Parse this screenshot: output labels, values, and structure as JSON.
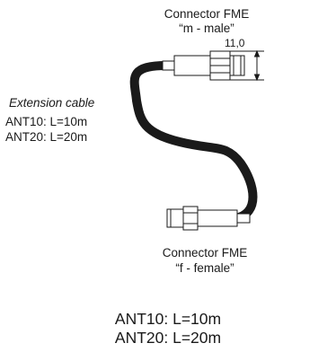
{
  "top_connector": {
    "title": "Connector FME",
    "subtitle": "“m - male”",
    "dimension": "11,0"
  },
  "cable": {
    "label": "Extension cable",
    "variant_1": "ANT10: L=10m",
    "variant_2": "ANT20: L=20m"
  },
  "bottom_connector": {
    "title": "Connector FME",
    "subtitle": "“f - female”"
  },
  "footer": {
    "variant_1": "ANT10: L=10m",
    "variant_2": "ANT20: L=20m"
  }
}
